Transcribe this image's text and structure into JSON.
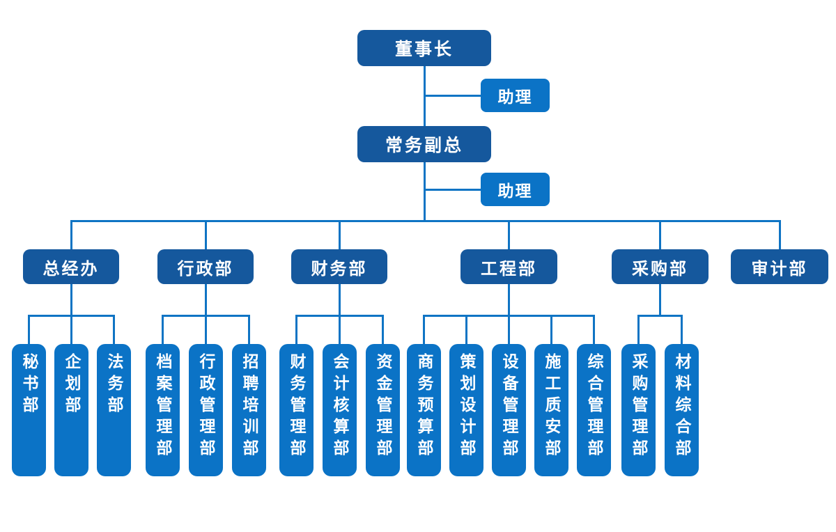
{
  "org": {
    "chairman": "董事长",
    "assistant_top": "助理",
    "executive_vp": "常务副总",
    "assistant_mid": "助理",
    "departments": [
      {
        "name": "总经办",
        "sub": [
          "秘书部",
          "企划部",
          "法务部"
        ]
      },
      {
        "name": "行政部",
        "sub": [
          "档案管理部",
          "行政管理部",
          "招聘培训部"
        ]
      },
      {
        "name": "财务部",
        "sub": [
          "财务管理部",
          "会计核算部",
          "资金管理部"
        ]
      },
      {
        "name": "工程部",
        "sub": [
          "商务预算部",
          "策划设计部",
          "设备管理部",
          "施工质安部",
          "综合管理部"
        ]
      },
      {
        "name": "采购部",
        "sub": [
          "采购管理部",
          "材料综合部"
        ]
      },
      {
        "name": "审计部",
        "sub": []
      }
    ]
  },
  "colors": {
    "executive_box": "#15589D",
    "support_box": "#0B73C6",
    "connector": "#0F74C4",
    "text": "#FFFFFF",
    "background": "#FFFFFF"
  }
}
